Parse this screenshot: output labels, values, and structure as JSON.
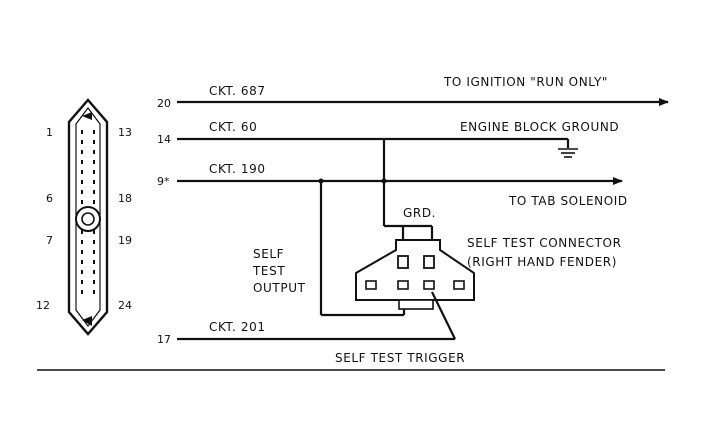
{
  "connector_pins": {
    "left": [
      "1",
      "6",
      "7",
      "12"
    ],
    "right": [
      "13",
      "18",
      "19",
      "24"
    ]
  },
  "wires": [
    {
      "pin": "20",
      "circuit": "CKT. 687",
      "destination": "TO IGNITION \"RUN ONLY\""
    },
    {
      "pin": "14",
      "circuit": "CKT. 60",
      "destination": "ENGINE BLOCK GROUND"
    },
    {
      "pin": "9*",
      "circuit": "CKT. 190",
      "destination": "TO TAB SOLENOID"
    },
    {
      "pin": "17",
      "circuit": "CKT. 201",
      "destination": "SELF TEST TRIGGER"
    }
  ],
  "labels": {
    "ground": "GRD.",
    "self_test_output": [
      "SELF",
      "TEST",
      "OUTPUT"
    ],
    "connector": [
      "SELF TEST CONNECTOR",
      "(RIGHT HAND FENDER)"
    ]
  }
}
